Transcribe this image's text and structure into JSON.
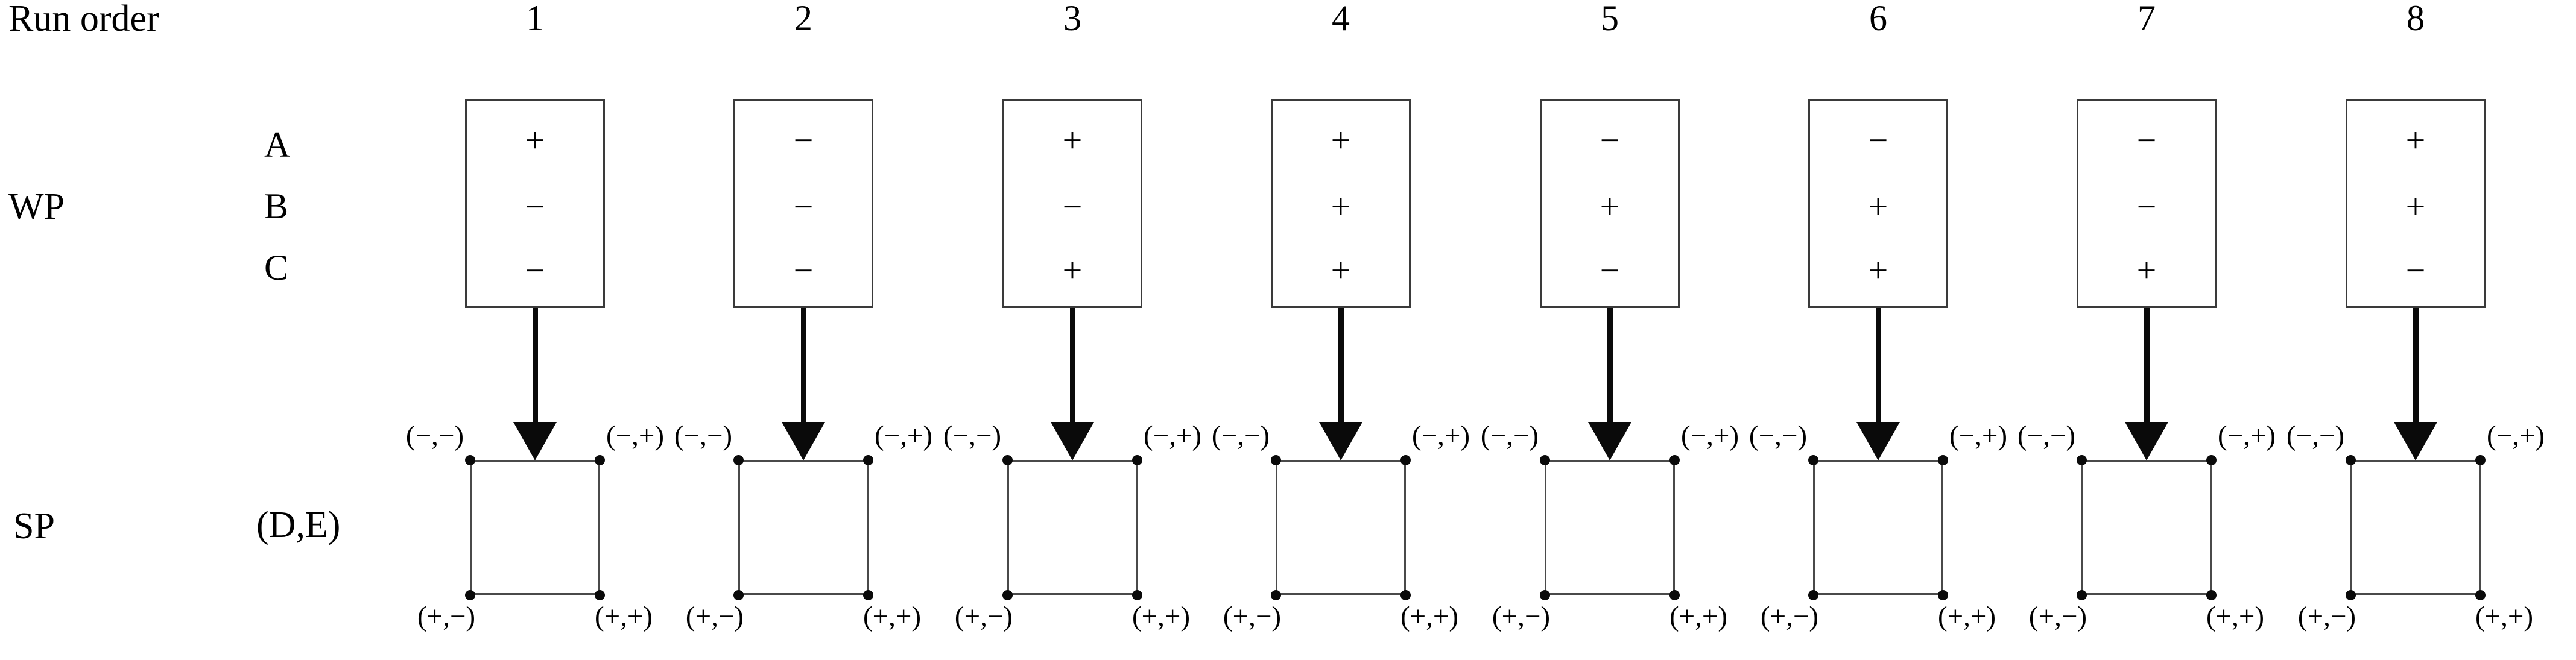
{
  "figure": {
    "row_labels": {
      "run_order": "Run order",
      "whole_plot": "WP",
      "subplot": "SP",
      "subplot_factors": "(D,E)"
    },
    "wp_factors": [
      "A",
      "B",
      "C"
    ],
    "run_numbers": [
      "1",
      "2",
      "3",
      "4",
      "5",
      "6",
      "7",
      "8"
    ],
    "sp_corner_labels": {
      "top_left": "(−,−)",
      "top_right": "(−,+)",
      "bottom_left": "(+,−)",
      "bottom_right": "(+,+)"
    },
    "signs": {
      "plus": "+",
      "minus": "−"
    },
    "colors": {
      "background": "#ffffff",
      "text": "#000000",
      "wp_box_border": "#3a3a3a",
      "sp_square_border": "#4a4a4a",
      "arrow": "#0a0a0a",
      "dot": "#0a0a0a"
    }
  },
  "chart_data": {
    "type": "table",
    "title": "Run order",
    "xlabel": "",
    "ylabel": "",
    "categories": [
      "1",
      "2",
      "3",
      "4",
      "5",
      "6",
      "7",
      "8"
    ],
    "series": [
      {
        "name": "A",
        "values": [
          "+",
          "−",
          "+",
          "+",
          "−",
          "−",
          "−",
          "+"
        ]
      },
      {
        "name": "B",
        "values": [
          "−",
          "−",
          "−",
          "+",
          "+",
          "+",
          "−",
          "+"
        ]
      },
      {
        "name": "C",
        "values": [
          "−",
          "−",
          "+",
          "+",
          "−",
          "+",
          "+",
          "−"
        ]
      }
    ],
    "subplot_design": {
      "factors": [
        "D",
        "E"
      ],
      "points": [
        "(−,−)",
        "(−,+)",
        "(+,−)",
        "(+,+)"
      ],
      "repeated_for_each_run": true
    },
    "columns": [
      {
        "run": "1",
        "A": "+",
        "B": "−",
        "C": "−"
      },
      {
        "run": "2",
        "A": "−",
        "B": "−",
        "C": "−"
      },
      {
        "run": "3",
        "A": "+",
        "B": "−",
        "C": "+"
      },
      {
        "run": "4",
        "A": "+",
        "B": "+",
        "C": "+"
      },
      {
        "run": "5",
        "A": "−",
        "B": "+",
        "C": "−"
      },
      {
        "run": "6",
        "A": "−",
        "B": "+",
        "C": "+"
      },
      {
        "run": "7",
        "A": "−",
        "B": "−",
        "C": "+"
      },
      {
        "run": "8",
        "A": "+",
        "B": "+",
        "C": "−"
      }
    ]
  }
}
